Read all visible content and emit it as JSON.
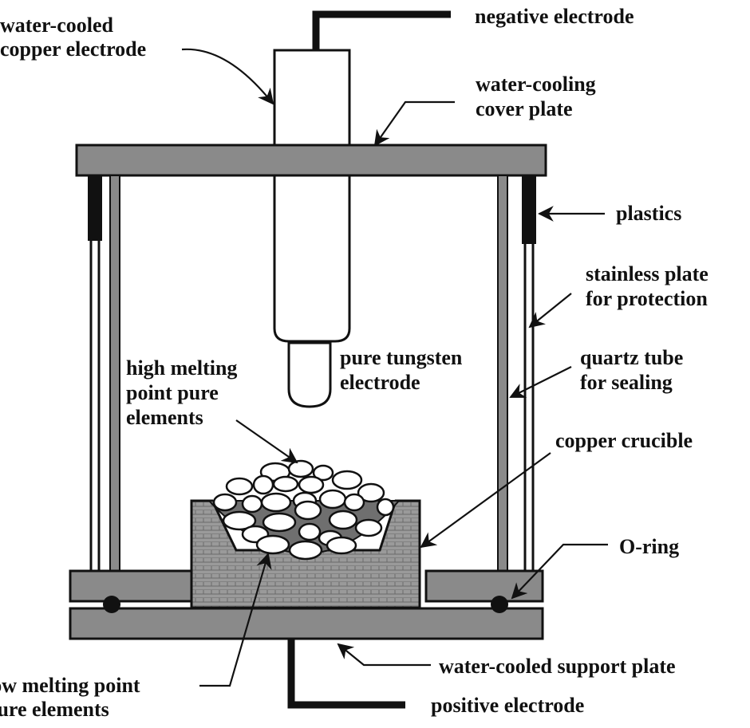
{
  "labels": {
    "water_cooled_copper_electrode": [
      "water-cooled",
      "copper electrode"
    ],
    "negative_electrode": "negative electrode",
    "water_cooling_cover_plate": [
      "water-cooling",
      "cover plate"
    ],
    "plastics": "plastics",
    "stainless_plate": [
      "stainless plate",
      "for protection"
    ],
    "quartz_tube": [
      "quartz tube",
      "for sealing"
    ],
    "pure_tungsten_electrode": [
      "pure tungsten",
      "electrode"
    ],
    "high_melting_point_elements": [
      "high melting",
      "point pure",
      "elements"
    ],
    "copper_crucible": "copper crucible",
    "o_ring": "O-ring",
    "water_cooled_support_plate": "water-cooled support plate",
    "low_melting_point_elements": [
      "low melting point",
      "pure elements"
    ],
    "positive_electrode": "positive electrode"
  },
  "colors": {
    "plate_fill": "#8a8a8a",
    "line": "#111111",
    "background": "#ffffff"
  }
}
